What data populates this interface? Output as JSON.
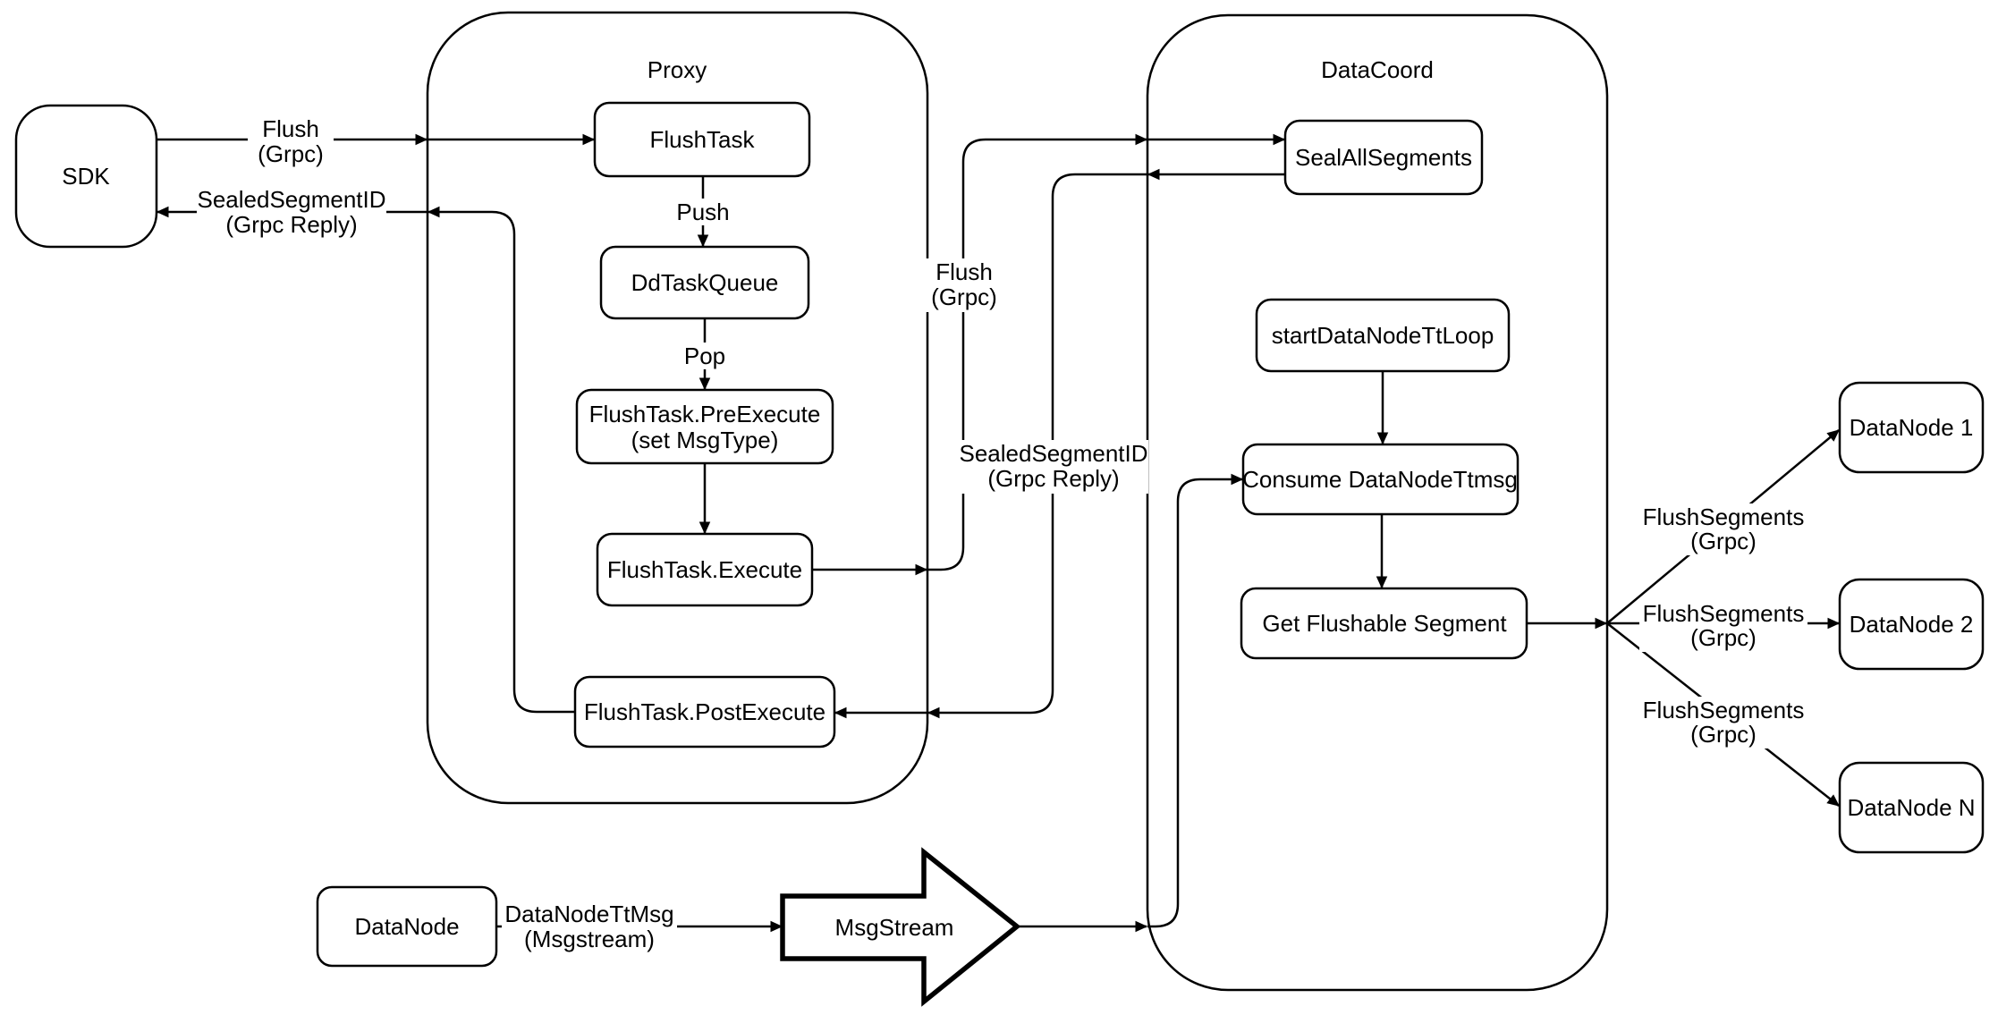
{
  "colors": {
    "stroke": "#000000",
    "background": "#ffffff",
    "fill": "#ffffff"
  },
  "containers": {
    "proxy": {
      "title": "Proxy"
    },
    "datacoord": {
      "title": "DataCoord"
    }
  },
  "nodes": {
    "sdk": {
      "label": "SDK"
    },
    "flush_task": {
      "label": "FlushTask"
    },
    "dd_task_queue": {
      "label": "DdTaskQueue"
    },
    "pre_execute": {
      "line1": "FlushTask.PreExecute",
      "line2": "(set MsgType)"
    },
    "execute": {
      "label": "FlushTask.Execute"
    },
    "post_execute": {
      "label": "FlushTask.PostExecute"
    },
    "seal_all_segments": {
      "label": "SealAllSegments"
    },
    "start_datanode_tt_loop": {
      "label": "startDataNodeTtLoop"
    },
    "consume_datanode_ttmsg": {
      "label": "Consume DataNodeTtmsg"
    },
    "get_flushable_segment": {
      "label": "Get Flushable Segment"
    },
    "datanode_1": {
      "label": "DataNode 1"
    },
    "datanode_2": {
      "label": "DataNode 2"
    },
    "datanode_n": {
      "label": "DataNode N"
    },
    "datanode": {
      "label": "DataNode"
    },
    "msgstream": {
      "label": "MsgStream"
    }
  },
  "edge_labels": {
    "flush_grpc_sdk": {
      "line1": "Flush",
      "line2": "(Grpc)"
    },
    "sealed_segment_id_sdk": {
      "line1": "SealedSegmentID",
      "line2": "(Grpc Reply)"
    },
    "push": {
      "label": "Push"
    },
    "pop": {
      "label": "Pop"
    },
    "flush_grpc_mid": {
      "line1": "Flush",
      "line2": "(Grpc)"
    },
    "sealed_segment_id_mid": {
      "line1": "SealedSegmentID",
      "line2": "(Grpc Reply)"
    },
    "datanode_ttmsg": {
      "line1": "DataNodeTtMsg",
      "line2": "(Msgstream)"
    },
    "flush_segments_1": {
      "line1": "FlushSegments",
      "line2": "(Grpc)"
    },
    "flush_segments_2": {
      "line1": "FlushSegments",
      "line2": "(Grpc)"
    },
    "flush_segments_3": {
      "line1": "FlushSegments",
      "line2": "(Grpc)"
    }
  }
}
